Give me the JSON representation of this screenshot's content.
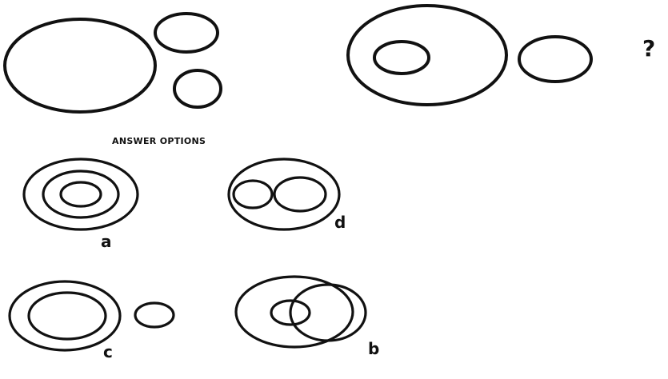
{
  "question": {
    "mark": "?",
    "figures": [
      {
        "id": "figure-1",
        "description": "large circle with two small separate circles on the right"
      },
      {
        "id": "figure-2",
        "description": "large circle containing a small circle, plus a separate medium circle"
      }
    ]
  },
  "answers": {
    "heading": "ANSWER OPTIONS",
    "options": [
      {
        "label": "a",
        "description": "three concentric circles"
      },
      {
        "label": "d",
        "description": "large circle enclosing two small circles side by side"
      },
      {
        "label": "c",
        "description": "two concentric circles plus a separate small circle"
      },
      {
        "label": "b",
        "description": "large circle containing a small circle, overlapped by a medium circle"
      }
    ]
  }
}
